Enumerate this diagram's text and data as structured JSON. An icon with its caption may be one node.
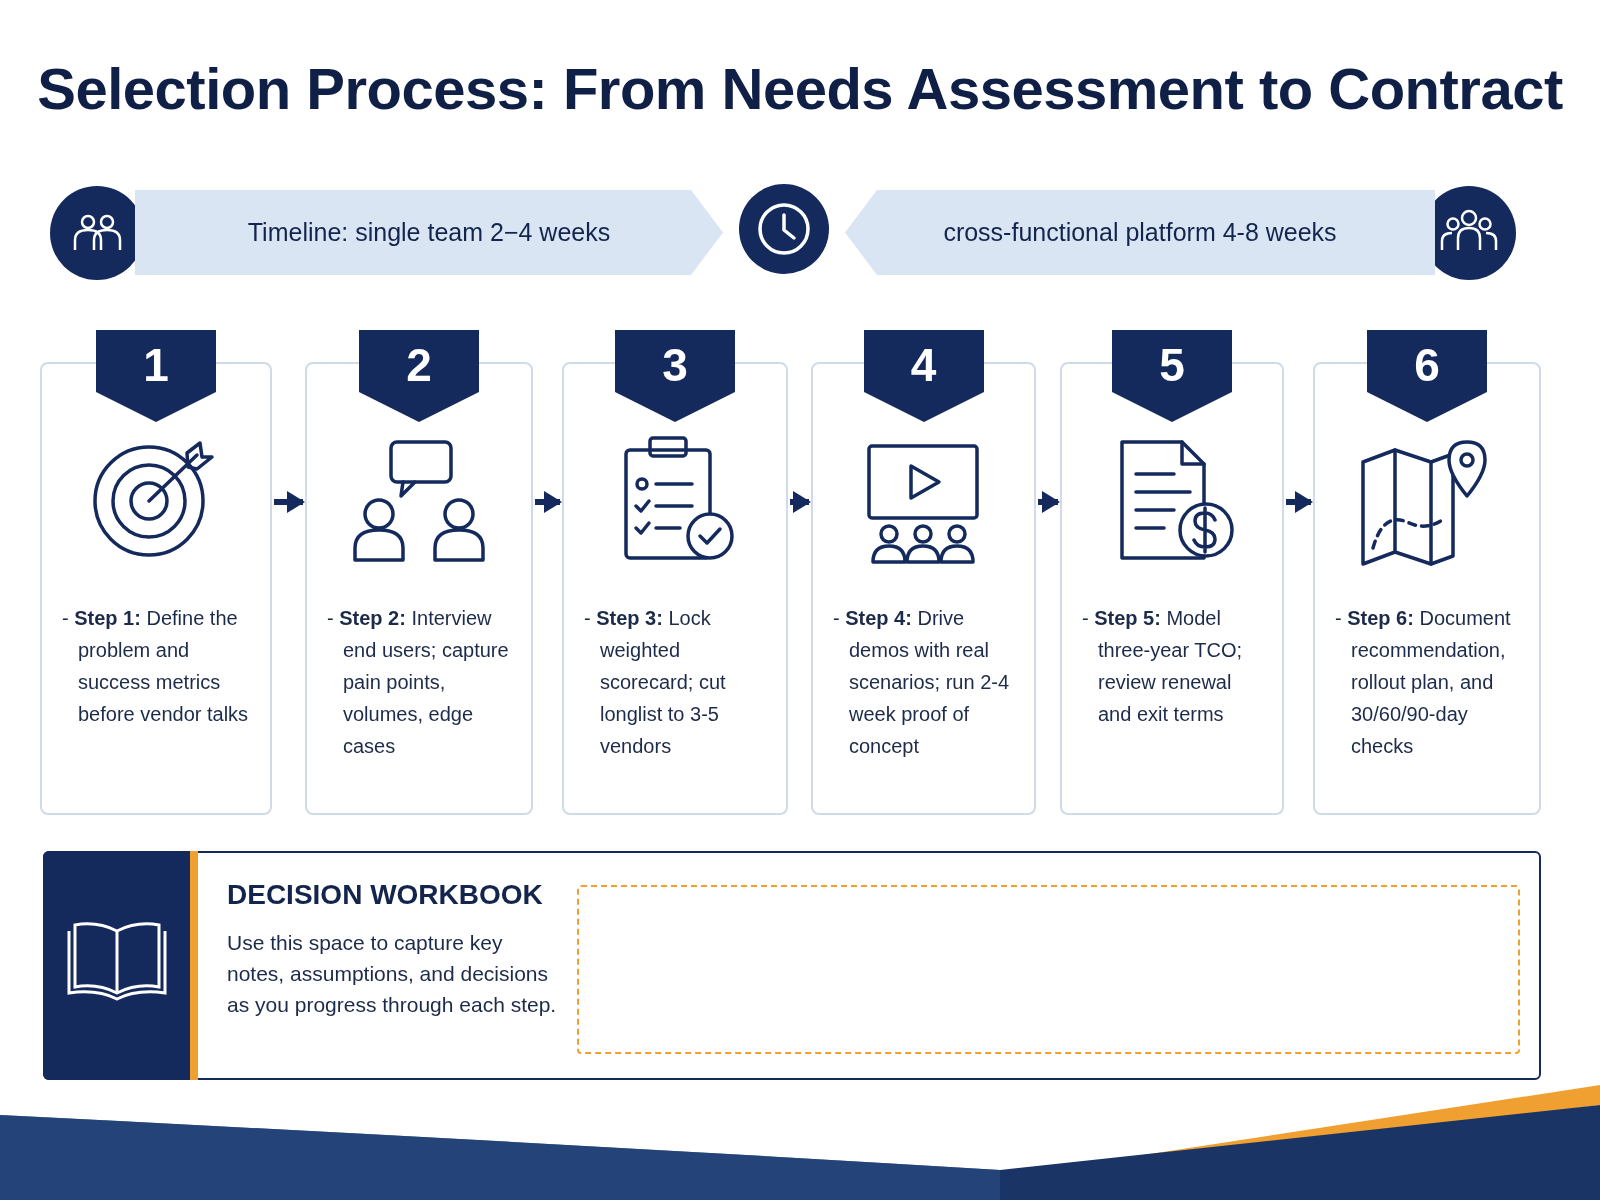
{
  "diagram": {
    "title": "Selection Process: From Needs Assessment to Contract",
    "nodes": [
      {
        "text": [
          "Timeline: single team 2−4 weeks"
        ]
      },
      {
        "text": [
          "cross-functional platform 4-8 weeks"
        ]
      },
      {
        "text": [
          "1",
          "- **Step 1:** Define the problem and success metrics before vendor talks"
        ]
      },
      {
        "text": [
          "2",
          "- **Step 2:** Interview end users; capture pain points, volumes, edge cases"
        ]
      },
      {
        "text": [
          "3",
          "- **Step 3:** Lock weighted scorecard; cut longlist to 3-5 vendors"
        ]
      },
      {
        "text": [
          "4",
          "- **Step 4:** Drive demos with real scenarios; run 2-4 week proof of concept"
        ]
      },
      {
        "text": [
          "5",
          "- **Step 5:** Model three-year TCO; review renewal and exit terms"
        ]
      },
      {
        "text": [
          "6",
          "- **Step 6:** Document recommendation, rollout plan, and 30/60/90-day checks"
        ]
      },
      {
        "text": [
          "DECISION WORKBOOK",
          "Use this space to capture key notes, assumptions, and decisions as you progress through each step."
        ]
      },
      {
        "text": [],
        "shape": "box",
        "in": 8
      }
    ],
    "edges": [
      {
        "from": 2,
        "to": 3,
        "arrow": "to"
      },
      {
        "from": 3,
        "to": 4,
        "arrow": "to"
      },
      {
        "from": 4,
        "to": 5,
        "arrow": "to"
      },
      {
        "from": 5,
        "to": 6,
        "arrow": "to"
      },
      {
        "from": 6,
        "to": 7,
        "arrow": "to"
      }
    ]
  }
}
